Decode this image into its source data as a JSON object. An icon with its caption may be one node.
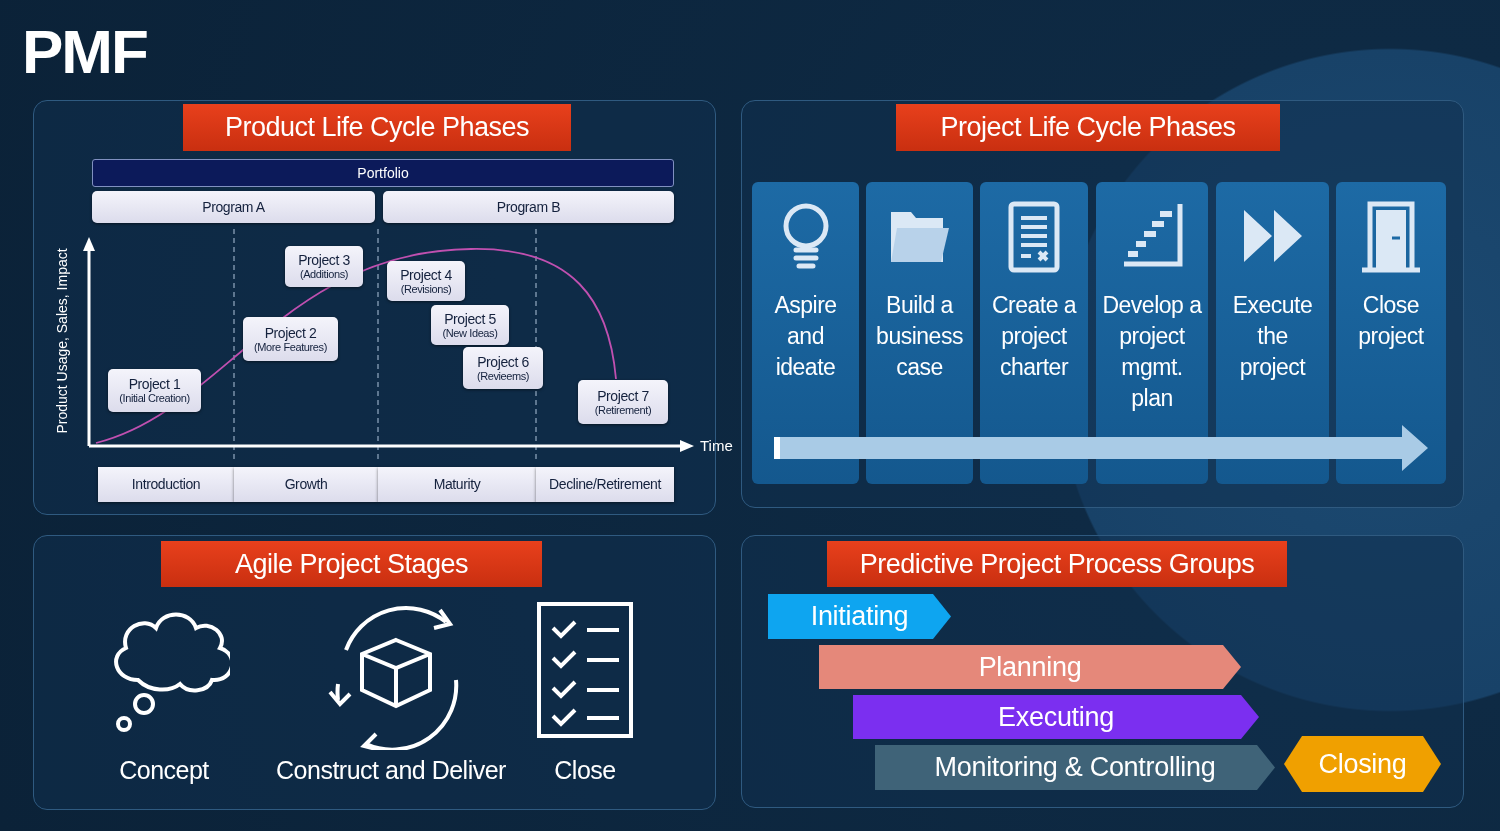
{
  "diagram": {
    "title": "PMF",
    "nodes": [
      {
        "text": [
          "Product Life Cycle Phases"
        ]
      },
      {
        "text": [
          "Portfolio"
        ],
        "in": 0
      },
      {
        "text": [
          "Program A"
        ],
        "in": 0
      },
      {
        "text": [
          "Program B"
        ],
        "in": 0
      },
      {
        "text": [
          "Project 1",
          "(Initial Creation)"
        ],
        "in": 0
      },
      {
        "text": [
          "Project 2",
          "(More Features)"
        ],
        "in": 0
      },
      {
        "text": [
          "Project 3",
          "(Additions)"
        ],
        "in": 0
      },
      {
        "text": [
          "Project 4",
          "(Revisions)"
        ],
        "in": 0
      },
      {
        "text": [
          "Project 5",
          "(New Ideas)"
        ],
        "in": 0
      },
      {
        "text": [
          "Project 6",
          "(Revieems)"
        ],
        "in": 0
      },
      {
        "text": [
          "Project 7",
          "(Retirement)"
        ],
        "in": 0
      },
      {
        "text": [
          "Introduction"
        ],
        "in": 0
      },
      {
        "text": [
          "Growth"
        ],
        "in": 0
      },
      {
        "text": [
          "Maturity"
        ],
        "in": 0
      },
      {
        "text": [
          "Decline/Retirement"
        ],
        "in": 0
      },
      {
        "text": [
          "Project Life Cycle Phases"
        ]
      },
      {
        "text": [
          "Aspire and ideate"
        ],
        "in": 15
      },
      {
        "text": [
          "Build a business case"
        ],
        "in": 15
      },
      {
        "text": [
          "Create a project charter"
        ],
        "in": 15
      },
      {
        "text": [
          "Develop a project mgmt. plan"
        ],
        "in": 15
      },
      {
        "text": [
          "Execute the project"
        ],
        "in": 15
      },
      {
        "text": [
          "Close project"
        ],
        "in": 15
      },
      {
        "text": [
          "Agile Project Stages"
        ]
      },
      {
        "text": [
          "Concept"
        ],
        "in": 22
      },
      {
        "text": [
          "Construct and Deliver"
        ],
        "in": 22
      },
      {
        "text": [
          "Close"
        ],
        "in": 22
      },
      {
        "text": [
          "Predictive Project Process Groups"
        ]
      },
      {
        "text": [
          "Initiating"
        ],
        "in": 26
      },
      {
        "text": [
          "Planning"
        ],
        "in": 26
      },
      {
        "text": [
          "Executing"
        ],
        "in": 26
      },
      {
        "text": [
          "Monitoring & Controlling"
        ],
        "in": 26
      },
      {
        "text": [
          "Closing"
        ],
        "in": 26
      }
    ],
    "labels": [
      "Product Usage, Sales, Impact",
      "Time"
    ]
  }
}
